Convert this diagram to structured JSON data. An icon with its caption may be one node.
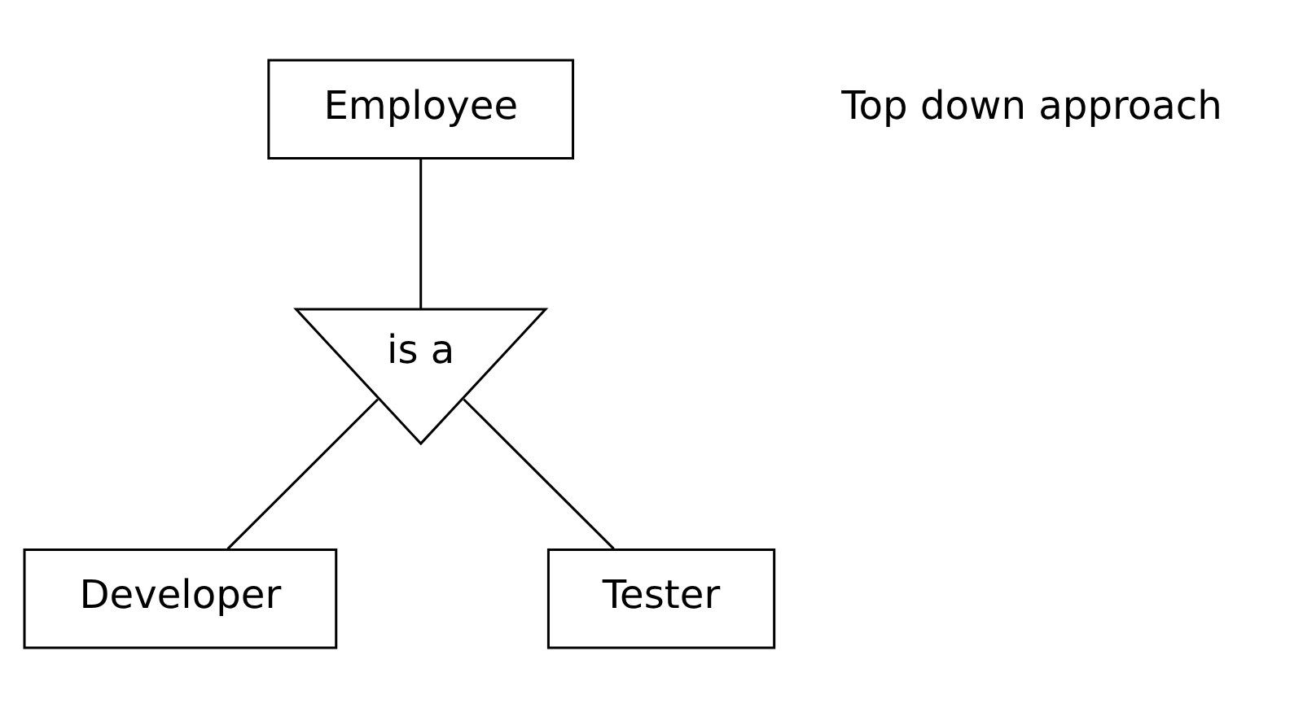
{
  "diagram": {
    "nodes": [
      {
        "text": [
          "Employee"
        ]
      },
      {
        "text": [
          "is a"
        ]
      },
      {
        "text": [
          "Developer"
        ]
      },
      {
        "text": [
          "Tester"
        ]
      }
    ],
    "edges": [
      {
        "from": 0,
        "to": 1,
        "arrow": "none"
      },
      {
        "from": 1,
        "to": 2,
        "arrow": "none"
      },
      {
        "from": 1,
        "to": 3,
        "arrow": "none"
      }
    ],
    "labels": [
      "Top down approach"
    ]
  }
}
